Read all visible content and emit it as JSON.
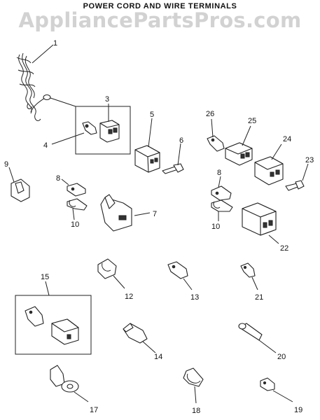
{
  "title": "POWER CORD AND WIRE TERMINALS",
  "watermark": "AppliancePartsPros.com",
  "callouts": {
    "p1": "1",
    "p3": "3",
    "p4": "4",
    "p5": "5",
    "p6": "6",
    "p7": "7",
    "p8a": "8",
    "p8b": "8",
    "p9": "9",
    "p10a": "10",
    "p10b": "10",
    "p12": "12",
    "p13": "13",
    "p14": "14",
    "p15": "15",
    "p17": "17",
    "p18": "18",
    "p19": "19",
    "p20": "20",
    "p21": "21",
    "p22": "22",
    "p23": "23",
    "p24": "24",
    "p25": "25",
    "p26": "26"
  },
  "icons": [
    "power-cord",
    "terminal-connector",
    "wire-terminal",
    "ring-terminal",
    "wire-clip"
  ]
}
